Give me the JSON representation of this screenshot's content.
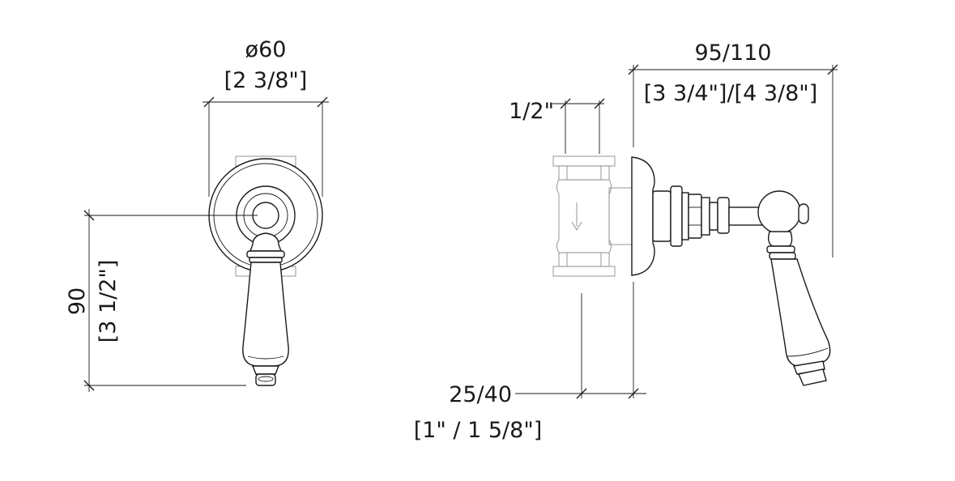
{
  "dimensions": {
    "front_diameter": "ø60",
    "front_diameter_imperial": "[2 3/8\"]",
    "front_height": "90",
    "front_height_imperial": "[3 1/2\"]",
    "side_thread": "1/2\"",
    "side_projection": "95/110",
    "side_projection_imperial": "[3 3/4\"]/[4 3/8\"]",
    "side_depth": "25/40",
    "side_depth_imperial": "[1\" / 1 5/8\"]"
  },
  "colors": {
    "line": "#1a1a1a",
    "background": "#ffffff"
  }
}
